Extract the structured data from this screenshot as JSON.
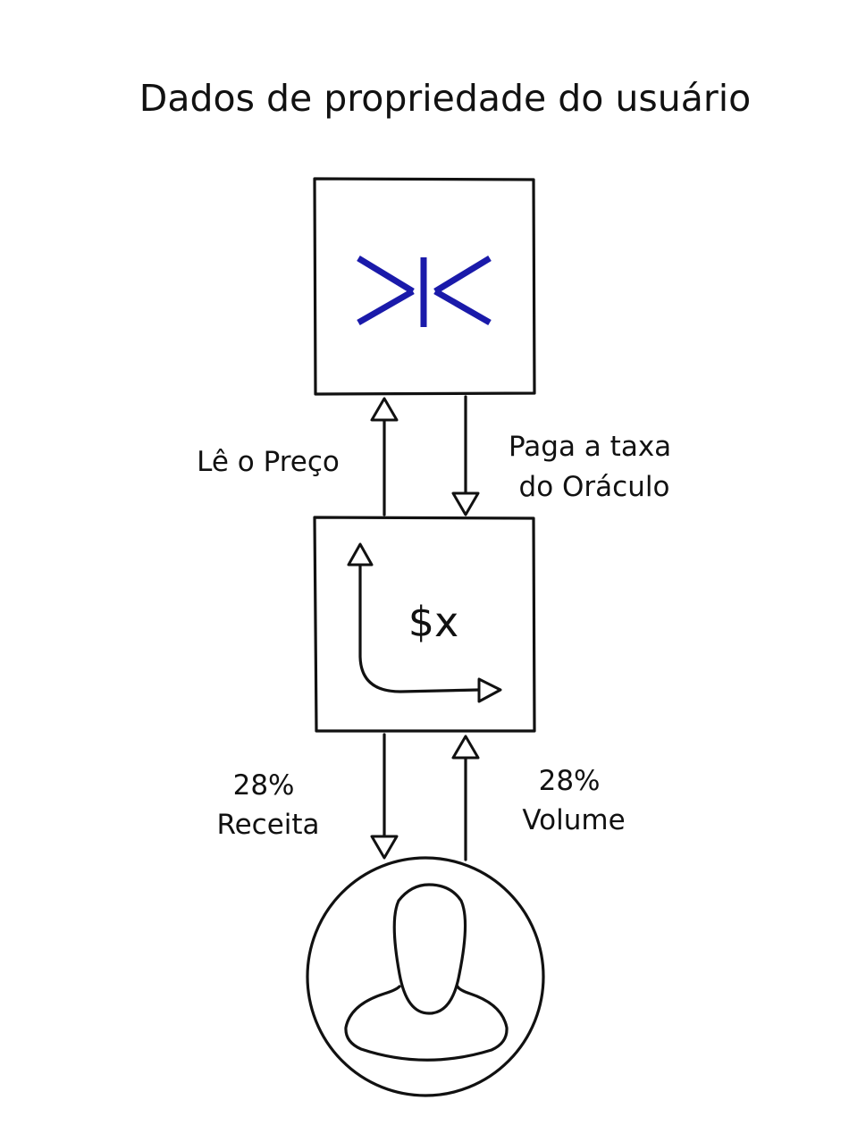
{
  "title": "Dados de propriedade do usuário",
  "colors": {
    "ink": "#111111",
    "logo": "#1a1aaa",
    "background": "#ffffff"
  },
  "nodes": {
    "oracle": {
      "icon": "oracle-logo-icon"
    },
    "protocol": {
      "icon": "price-chart-icon",
      "label": "$x"
    },
    "user": {
      "icon": "user-avatar-icon"
    }
  },
  "edges": {
    "reads_price": "Lê o Preço",
    "pays_fee": [
      "Paga a taxa",
      "do Oráculo"
    ],
    "revenue": [
      "28%",
      "Receita"
    ],
    "volume": [
      "28%",
      "Volume"
    ]
  }
}
